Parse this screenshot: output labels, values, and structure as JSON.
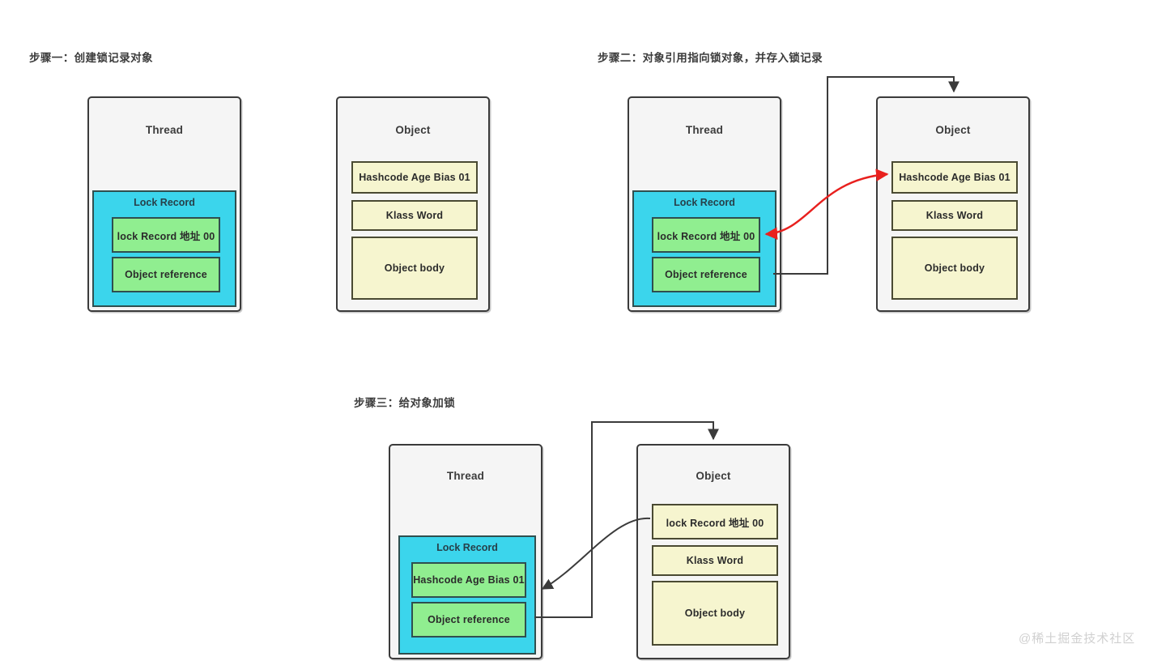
{
  "page": {
    "watermark": "@稀土掘金技术社区",
    "colors": {
      "panel_bg": "#f5f5f5",
      "panel_border": "#3b3b3b",
      "lock_record_fill": "#3bd5ec",
      "green_slot_fill": "#90ee90",
      "yellow_slot_fill": "#f6f5cf",
      "slot_border": "#2f4f4f",
      "arrow_black": "#3b3b3b",
      "arrow_red": "#e8201e",
      "text": "#3c3c3c"
    }
  },
  "steps": [
    {
      "id": "step-one",
      "title": "步骤一：创建锁记录对象",
      "thread": {
        "title": "Thread",
        "lock_record": {
          "title": "Lock Record",
          "slots": [
            {
              "label": "lock Record 地址 00",
              "style": "green"
            },
            {
              "label": "Object reference",
              "style": "green"
            }
          ]
        }
      },
      "object": {
        "title": "Object",
        "slots": [
          {
            "label": "Hashcode Age Bias 01",
            "style": "yellow"
          },
          {
            "label": "Klass Word",
            "style": "yellow"
          },
          {
            "label": "Object body",
            "style": "yellow"
          }
        ]
      },
      "connectors": []
    },
    {
      "id": "step-two",
      "title": "步骤二：对象引用指向锁对象，并存入锁记录",
      "thread": {
        "title": "Thread",
        "lock_record": {
          "title": "Lock Record",
          "slots": [
            {
              "label": "lock Record 地址 00",
              "style": "green"
            },
            {
              "label": "Object reference",
              "style": "green"
            }
          ]
        }
      },
      "object": {
        "title": "Object",
        "slots": [
          {
            "label": "Hashcode Age Bias 01",
            "style": "yellow"
          },
          {
            "label": "Klass Word",
            "style": "yellow"
          },
          {
            "label": "Object body",
            "style": "yellow"
          }
        ]
      },
      "connectors": [
        {
          "name": "object-reference-to-object-arrow",
          "color": "#3b3b3b",
          "kind": "orthogonal",
          "from": "Object reference",
          "to": "Object"
        },
        {
          "name": "markword-swap-arrow",
          "color": "#e8201e",
          "kind": "curved-double",
          "from": "lock Record 地址 00",
          "to": "Hashcode Age Bias 01"
        }
      ]
    },
    {
      "id": "step-three",
      "title": "步骤三：给对象加锁",
      "thread": {
        "title": "Thread",
        "lock_record": {
          "title": "Lock Record",
          "slots": [
            {
              "label": "Hashcode Age Bias 01",
              "style": "green"
            },
            {
              "label": "Object reference",
              "style": "green"
            }
          ]
        }
      },
      "object": {
        "title": "Object",
        "slots": [
          {
            "label": "lock Record 地址 00",
            "style": "yellow"
          },
          {
            "label": "Klass Word",
            "style": "yellow"
          },
          {
            "label": "Object body",
            "style": "yellow"
          }
        ]
      },
      "connectors": [
        {
          "name": "object-reference-to-object-arrow",
          "color": "#3b3b3b",
          "kind": "orthogonal",
          "from": "Object reference",
          "to": "Object"
        },
        {
          "name": "lock-record-address-to-lock-record-arrow",
          "color": "#3b3b3b",
          "kind": "curved",
          "from": "lock Record 地址 00",
          "to": "Lock Record"
        }
      ]
    }
  ]
}
